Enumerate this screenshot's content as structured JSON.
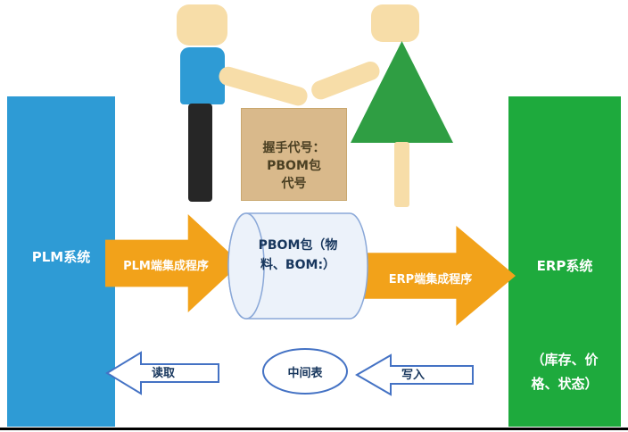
{
  "diagram": {
    "plm_system": {
      "label": "PLM系统"
    },
    "erp_system": {
      "label": "ERP系统",
      "note": "（库存、价格、状态）"
    },
    "handshake_box": {
      "lines": [
        "握手代号：",
        "PBOM包",
        "代号"
      ]
    },
    "plm_integration_arrow": {
      "label": "PLM端集成程序"
    },
    "erp_integration_arrow": {
      "label": "ERP端集成程序"
    },
    "pbom_package": {
      "label": "PBOM包（物料、BOM:）"
    },
    "middle_table": {
      "label": "中间表"
    },
    "read_arrow": {
      "label": "读取"
    },
    "write_arrow": {
      "label": "写入"
    },
    "colors": {
      "plm_blue": "#2e9bd5",
      "erp_green": "#1eaa3d",
      "dress_green": "#2f9e43",
      "orange": "#f2a21a",
      "skin_tan": "#f7dda8",
      "box_tan": "#d9b98b",
      "outline_blue": "#4472c4",
      "cylinder_fill": "#ecf2fa",
      "cylinder_stroke": "#8aa8d8",
      "text_navy": "#17365d"
    }
  }
}
